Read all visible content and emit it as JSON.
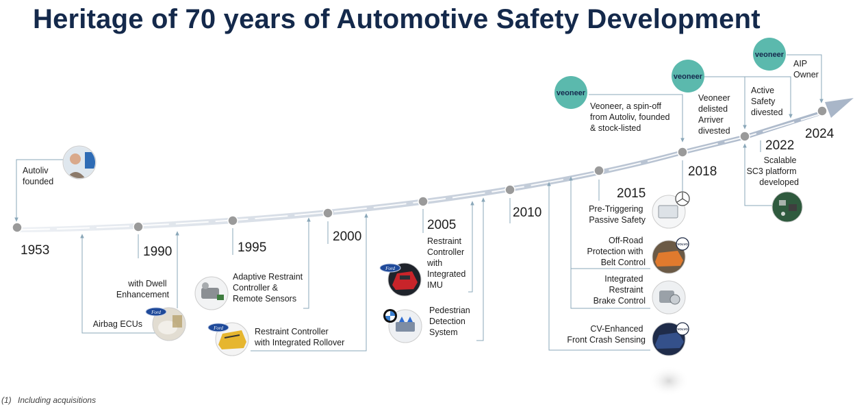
{
  "title": "Heritage of 70 years of Automotive Safety Development",
  "footnote": {
    "marker": "(1)",
    "text": "Including acquisitions"
  },
  "colors": {
    "title": "#14294b",
    "timeline": "#c7cfdc",
    "milestone_dot": "#9a9a9a",
    "connector": "#8aa7b9",
    "veoneer_teal": "#5bb9ad",
    "text": "#1c1c1c"
  },
  "years": [
    "1953",
    "1990",
    "1995",
    "2000",
    "2005",
    "2010",
    "2015",
    "2018",
    "2022",
    "2024"
  ],
  "veoneer_logo_text": "veoneer",
  "events": {
    "autoliv_founded": [
      "Autoliv",
      "founded"
    ],
    "airbag_ecus": [
      "Airbag ECUs"
    ],
    "dwell_enhancement": [
      "with Dwell",
      "Enhancement"
    ],
    "adaptive_restraint": [
      "Adaptive Restraint",
      "Controller &",
      "Remote Sensors"
    ],
    "rollover": [
      "Restraint Controller",
      "with Integrated Rollover"
    ],
    "integrated_imu": [
      "Restraint",
      "Controller",
      "with",
      "Integrated",
      "IMU"
    ],
    "pedestrian": [
      "Pedestrian",
      "Detection",
      "System"
    ],
    "pre_triggering": [
      "Pre-Triggering",
      "Passive Safety"
    ],
    "off_road": [
      "Off-Road",
      "Protection with",
      "Belt Control"
    ],
    "brake_control": [
      "Integrated",
      "Restraint",
      "Brake Control"
    ],
    "cv_crash": [
      "CV-Enhanced",
      "Front Crash Sensing"
    ],
    "veoneer_spinoff": [
      "Veoneer, a spin-off",
      "from Autoliv, founded",
      "& stock-listed"
    ],
    "veoneer_delisted": [
      "Veoneer",
      "delisted",
      "Arriver",
      "divested"
    ],
    "active_safety": [
      "Active",
      "Safety",
      "divested"
    ],
    "aip_owner": [
      "AIP",
      "Owner"
    ],
    "sc3": [
      "Scalable",
      "SC3 platform",
      "developed"
    ]
  },
  "brand_badges": {
    "ford": "Ford",
    "bmw": "BMW",
    "volvo": "VOLVO"
  },
  "icons": [
    "person-photo-icon",
    "ford-logo-icon",
    "bmw-logo-icon",
    "mercedes-logo-icon",
    "volvo-logo-icon",
    "control-unit-icon",
    "car-icon",
    "circuit-board-icon",
    "veoneer-logo-icon",
    "arrow-head-icon"
  ]
}
